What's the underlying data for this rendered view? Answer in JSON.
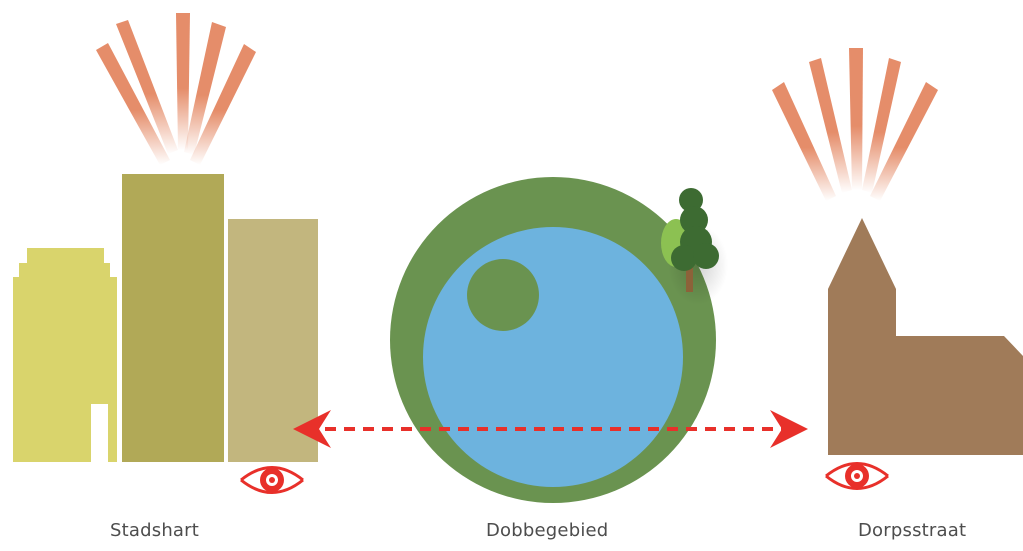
{
  "labels": {
    "left": "Stadshart",
    "center": "Dobbegebied",
    "right": "Dorpsstraat"
  },
  "colors": {
    "building_light": "#d9d46c",
    "building_mid": "#b1a957",
    "building_pale": "#c2b67e",
    "church": "#a07b59",
    "park_green": "#6a9350",
    "pond_blue": "#6db3de",
    "tree_dark": "#3d6b32",
    "tree_light": "#8cc152",
    "trunk": "#8c6239",
    "rays": "#e58d6a",
    "arrow": "#e8302a",
    "eye": "#e8302a"
  },
  "icons": [
    "eye-icon",
    "tree-icon",
    "light-rays-icon",
    "double-arrow-icon"
  ]
}
